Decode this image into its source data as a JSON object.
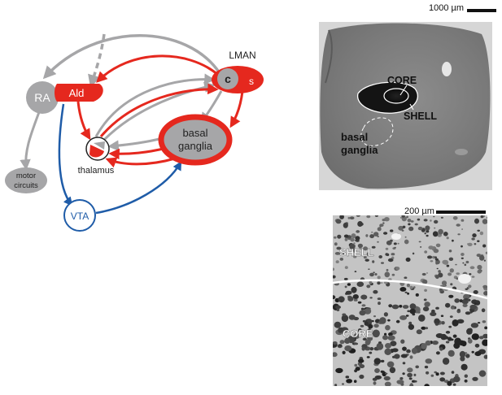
{
  "diagram": {
    "nodes": {
      "ra": "RA",
      "ald": "Ald",
      "lman": "LMAN",
      "core_c": "c",
      "shell_s": "s",
      "basal_ganglia_line1": "basal",
      "basal_ganglia_line2": "ganglia",
      "thalamus": "thalamus",
      "motor_line1": "motor",
      "motor_line2": "circuits",
      "vta": "VTA"
    },
    "colors": {
      "red": "#e5281e",
      "gray": "#a6a6a8",
      "blue": "#1f5ca8",
      "dark": "#222222"
    }
  },
  "micrograph_top": {
    "scale_label": "1000 µm",
    "core_label": "CORE",
    "shell_label": "SHELL",
    "bg_line1": "basal",
    "bg_line2": "ganglia"
  },
  "micrograph_bottom": {
    "scale_label": "200 µm",
    "shell_label": "SHELL",
    "core_label": "CORE"
  }
}
